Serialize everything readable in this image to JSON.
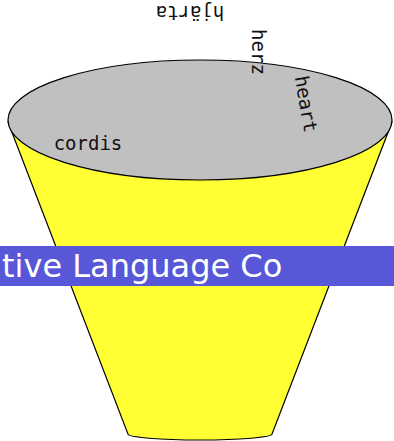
{
  "diagram": {
    "nodes": [
      {
        "text": [
          "tive Language Co"
        ]
      }
    ],
    "labels": [
      "hjärta",
      "herz",
      "heart",
      "cordis"
    ]
  }
}
